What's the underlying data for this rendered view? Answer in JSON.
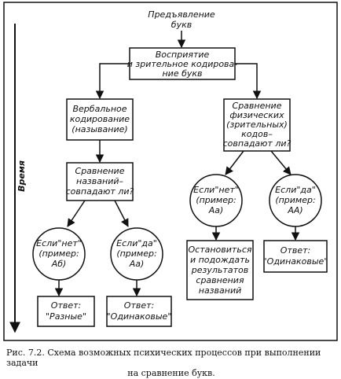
{
  "diagram": {
    "time_label": "Время",
    "start": [
      "Предъявление",
      "букв"
    ],
    "perception": [
      "Восприятие",
      "и зрительное кодирова-",
      "ние букв"
    ],
    "verbal": [
      "Вербальное",
      "кодирование",
      "(называние)"
    ],
    "physical": [
      "Сравнение",
      "физических",
      "(зрительных)",
      "кодов–",
      "совпадают ли?"
    ],
    "name_compare": [
      "Сравнение",
      "названий–",
      "совпадают ли?"
    ],
    "left_no": [
      "Если\"нет\"",
      "(пример:",
      "Аб)"
    ],
    "left_yes": [
      "Если\"да\"",
      "(пример:",
      "Аа)"
    ],
    "right_no": [
      "Если\"нет\"",
      "(пример:",
      "Аа)"
    ],
    "right_yes": [
      "Если\"да\"",
      "(пример:",
      "АА)"
    ],
    "answer_different": [
      "Ответ:",
      "\"Разные\""
    ],
    "answer_same_left": [
      "Ответ:",
      "\"Одинаковые\""
    ],
    "wait": [
      "Остановиться",
      "и подождать",
      "результатов",
      "сравнения",
      "названий"
    ],
    "answer_same_right": [
      "Ответ:",
      "\"Одинаковые\""
    ]
  },
  "caption": {
    "line1": "Рис. 7.2. Схема возможных психических процессов при выполнении задачи",
    "line2": "на сравнение букв."
  }
}
